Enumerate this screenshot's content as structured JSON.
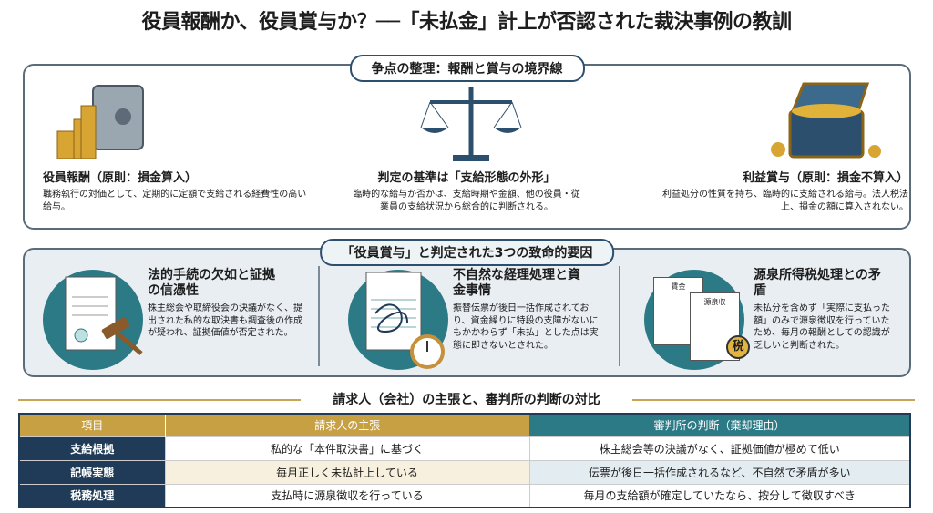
{
  "title": "役員報酬か、役員賞与か？──「未払金」計上が否認された裁決事例の教訓",
  "issues": {
    "header": "争点の整理：報酬と賞与の境界線",
    "items": [
      {
        "heading": "役員報酬（原則：損金算入）",
        "text": "職務執行の対価として、定期的に定額で支給される経費性の高い給与。",
        "icon": "coins-safe-icon"
      },
      {
        "heading": "判定の基準は「支給形態の外形」",
        "text": "臨時的な給与か否かは、支給時期や金額、他の役員・従業員の支給状況から総合的に判断される。",
        "icon": "scales-icon"
      },
      {
        "heading": "利益賞与（原則：損金不算入）",
        "text": "利益処分の性質を持ち、臨時的に支給される給与。法人税法上、損金の額に算入されない。",
        "icon": "treasure-chest-icon"
      }
    ]
  },
  "factors": {
    "header": "「役員賞与」と判定された3つの致命的要因",
    "items": [
      {
        "heading": "法的手続の欠如と証拠の信憑性",
        "text": "株主総会や取締役会の決議がなく、提出された私的な取決書も調査後の作成が疑われ、証拠価値が否定された。",
        "icon": "gavel-document-icon"
      },
      {
        "heading": "不自然な経理処理と資金事情",
        "text": "振替伝票が後日一括作成されており、資金繰りに特段の支障がないにもかかわらず「未払」とした点は実態に即さないとされた。",
        "icon": "tangled-ledger-stopwatch-icon"
      },
      {
        "heading": "源泉所得税処理との矛盾",
        "text": "未払分を含めず「実際に支払った額」のみで源泉徴収を行っていたため、毎月の報酬としての認識が乏しいと判断された。",
        "icon": "tax-documents-icon",
        "doc1": "賃金",
        "doc2": "源泉収",
        "badge": "税"
      }
    ]
  },
  "comparison": {
    "title": "請求人（会社）の主張と、審判所の判断の対比",
    "headers": [
      "項目",
      "請求人の主張",
      "審判所の判断（棄却理由）"
    ],
    "rows": [
      [
        "支給根拠",
        "私的な「本件取決書」に基づく",
        "株主総会等の決議がなく、証拠価値が極めて低い"
      ],
      [
        "記帳実態",
        "毎月正しく未払計上している",
        "伝票が後日一括作成されるなど、不自然で矛盾が多い"
      ],
      [
        "税務処理",
        "支払時に源泉徴収を行っている",
        "毎月の支給額が確定していたなら、按分して徴収すべき"
      ]
    ]
  },
  "colors": {
    "navy": "#1f3b57",
    "gold": "#c7a044",
    "teal": "#2b7a86"
  }
}
